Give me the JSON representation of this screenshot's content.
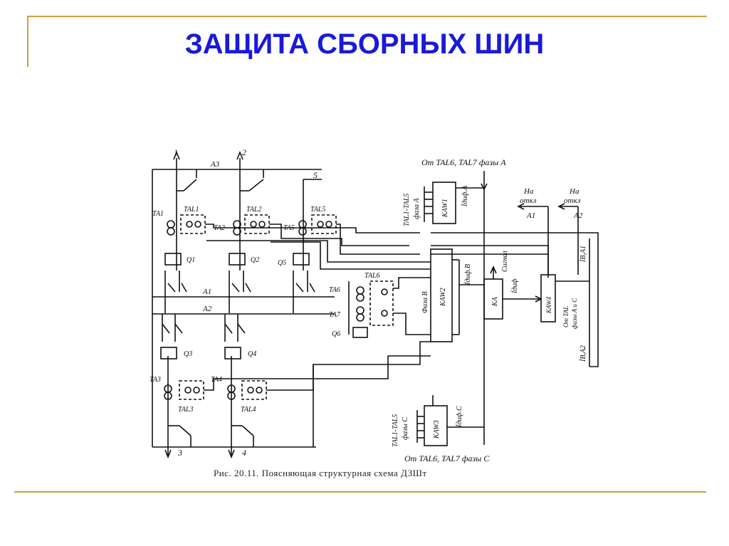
{
  "slide": {
    "title": "ЗАЩИТА СБОРНЫХ ШИН",
    "caption": "Рис. 20.11. Поясняющая структурная схема ДЗШт"
  },
  "labels": {
    "line1": "1",
    "line2": "2",
    "line3": "3",
    "line4": "4",
    "line5": "5",
    "a3": "A3",
    "a1_bus": "A1",
    "a2_bus": "A2",
    "ta1": "TA1",
    "ta2": "TA2",
    "ta3": "TA3",
    "ta4": "TA4",
    "ta5": "TA5",
    "ta6": "TA6",
    "ta7": "TA7",
    "tal1": "TAL1",
    "tal2": "TAL2",
    "tal3": "TAL3",
    "tal4": "TAL4",
    "tal5": "TAL5",
    "tal6": "TAL6",
    "q1": "Q1",
    "q2": "Q2",
    "q3": "Q3",
    "q4": "Q4",
    "q5": "Q5",
    "q6": "Q6",
    "from_phase_a": "От TAL6, TAL7 фазы A",
    "from_phase_c": "От TAL6, TAL7 фазы C",
    "tal_phase_a_1": "TAL1-TAL5",
    "tal_phase_a_2": "фаза A",
    "tal_phase_c_1": "TAL1-TAL5",
    "tal_phase_c_2": "фазы C",
    "kaw1": "KAW1",
    "kaw2": "KAW2",
    "kaw3": "KAW3",
    "kaw4": "KAW4",
    "ka": "KA",
    "idif_a": "İдиф.A",
    "idif_b": "İдиф.B",
    "idif_c": "İдиф.C",
    "idif": "İдиф",
    "phase_b": "Фаза B",
    "signal": "Сигнал",
    "trip1_1": "На",
    "trip1_2": "откл",
    "trip1_3": "A1",
    "trip2_1": "На",
    "trip2_2": "откл",
    "trip2_3": "A2",
    "ib_a1": "İB,A1",
    "ib_a2": "İB,A2",
    "from_tal_1": "От TAL",
    "from_tal_2": "фазы A и C"
  }
}
